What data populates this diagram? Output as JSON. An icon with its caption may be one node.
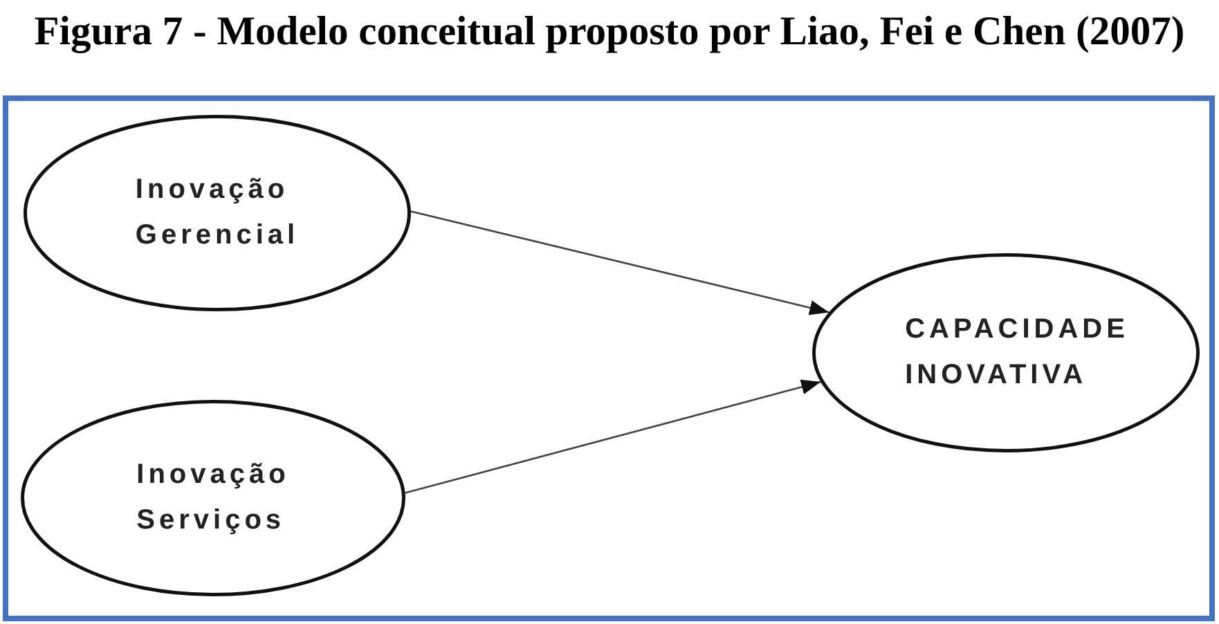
{
  "diagram": {
    "title": "Figura 7 - Modelo conceitual proposto por Liao, Fei e Chen (2007)",
    "nodes": [
      {
        "text": [
          "Inovação Gerencial"
        ]
      },
      {
        "text": [
          "Inovação Serviços"
        ]
      },
      {
        "text": [
          "CAPACIDADE INOVATIVA"
        ]
      }
    ],
    "edges": [
      {
        "from": 0,
        "to": 2,
        "arrow": "to"
      },
      {
        "from": 1,
        "to": 2,
        "arrow": "to"
      }
    ]
  }
}
